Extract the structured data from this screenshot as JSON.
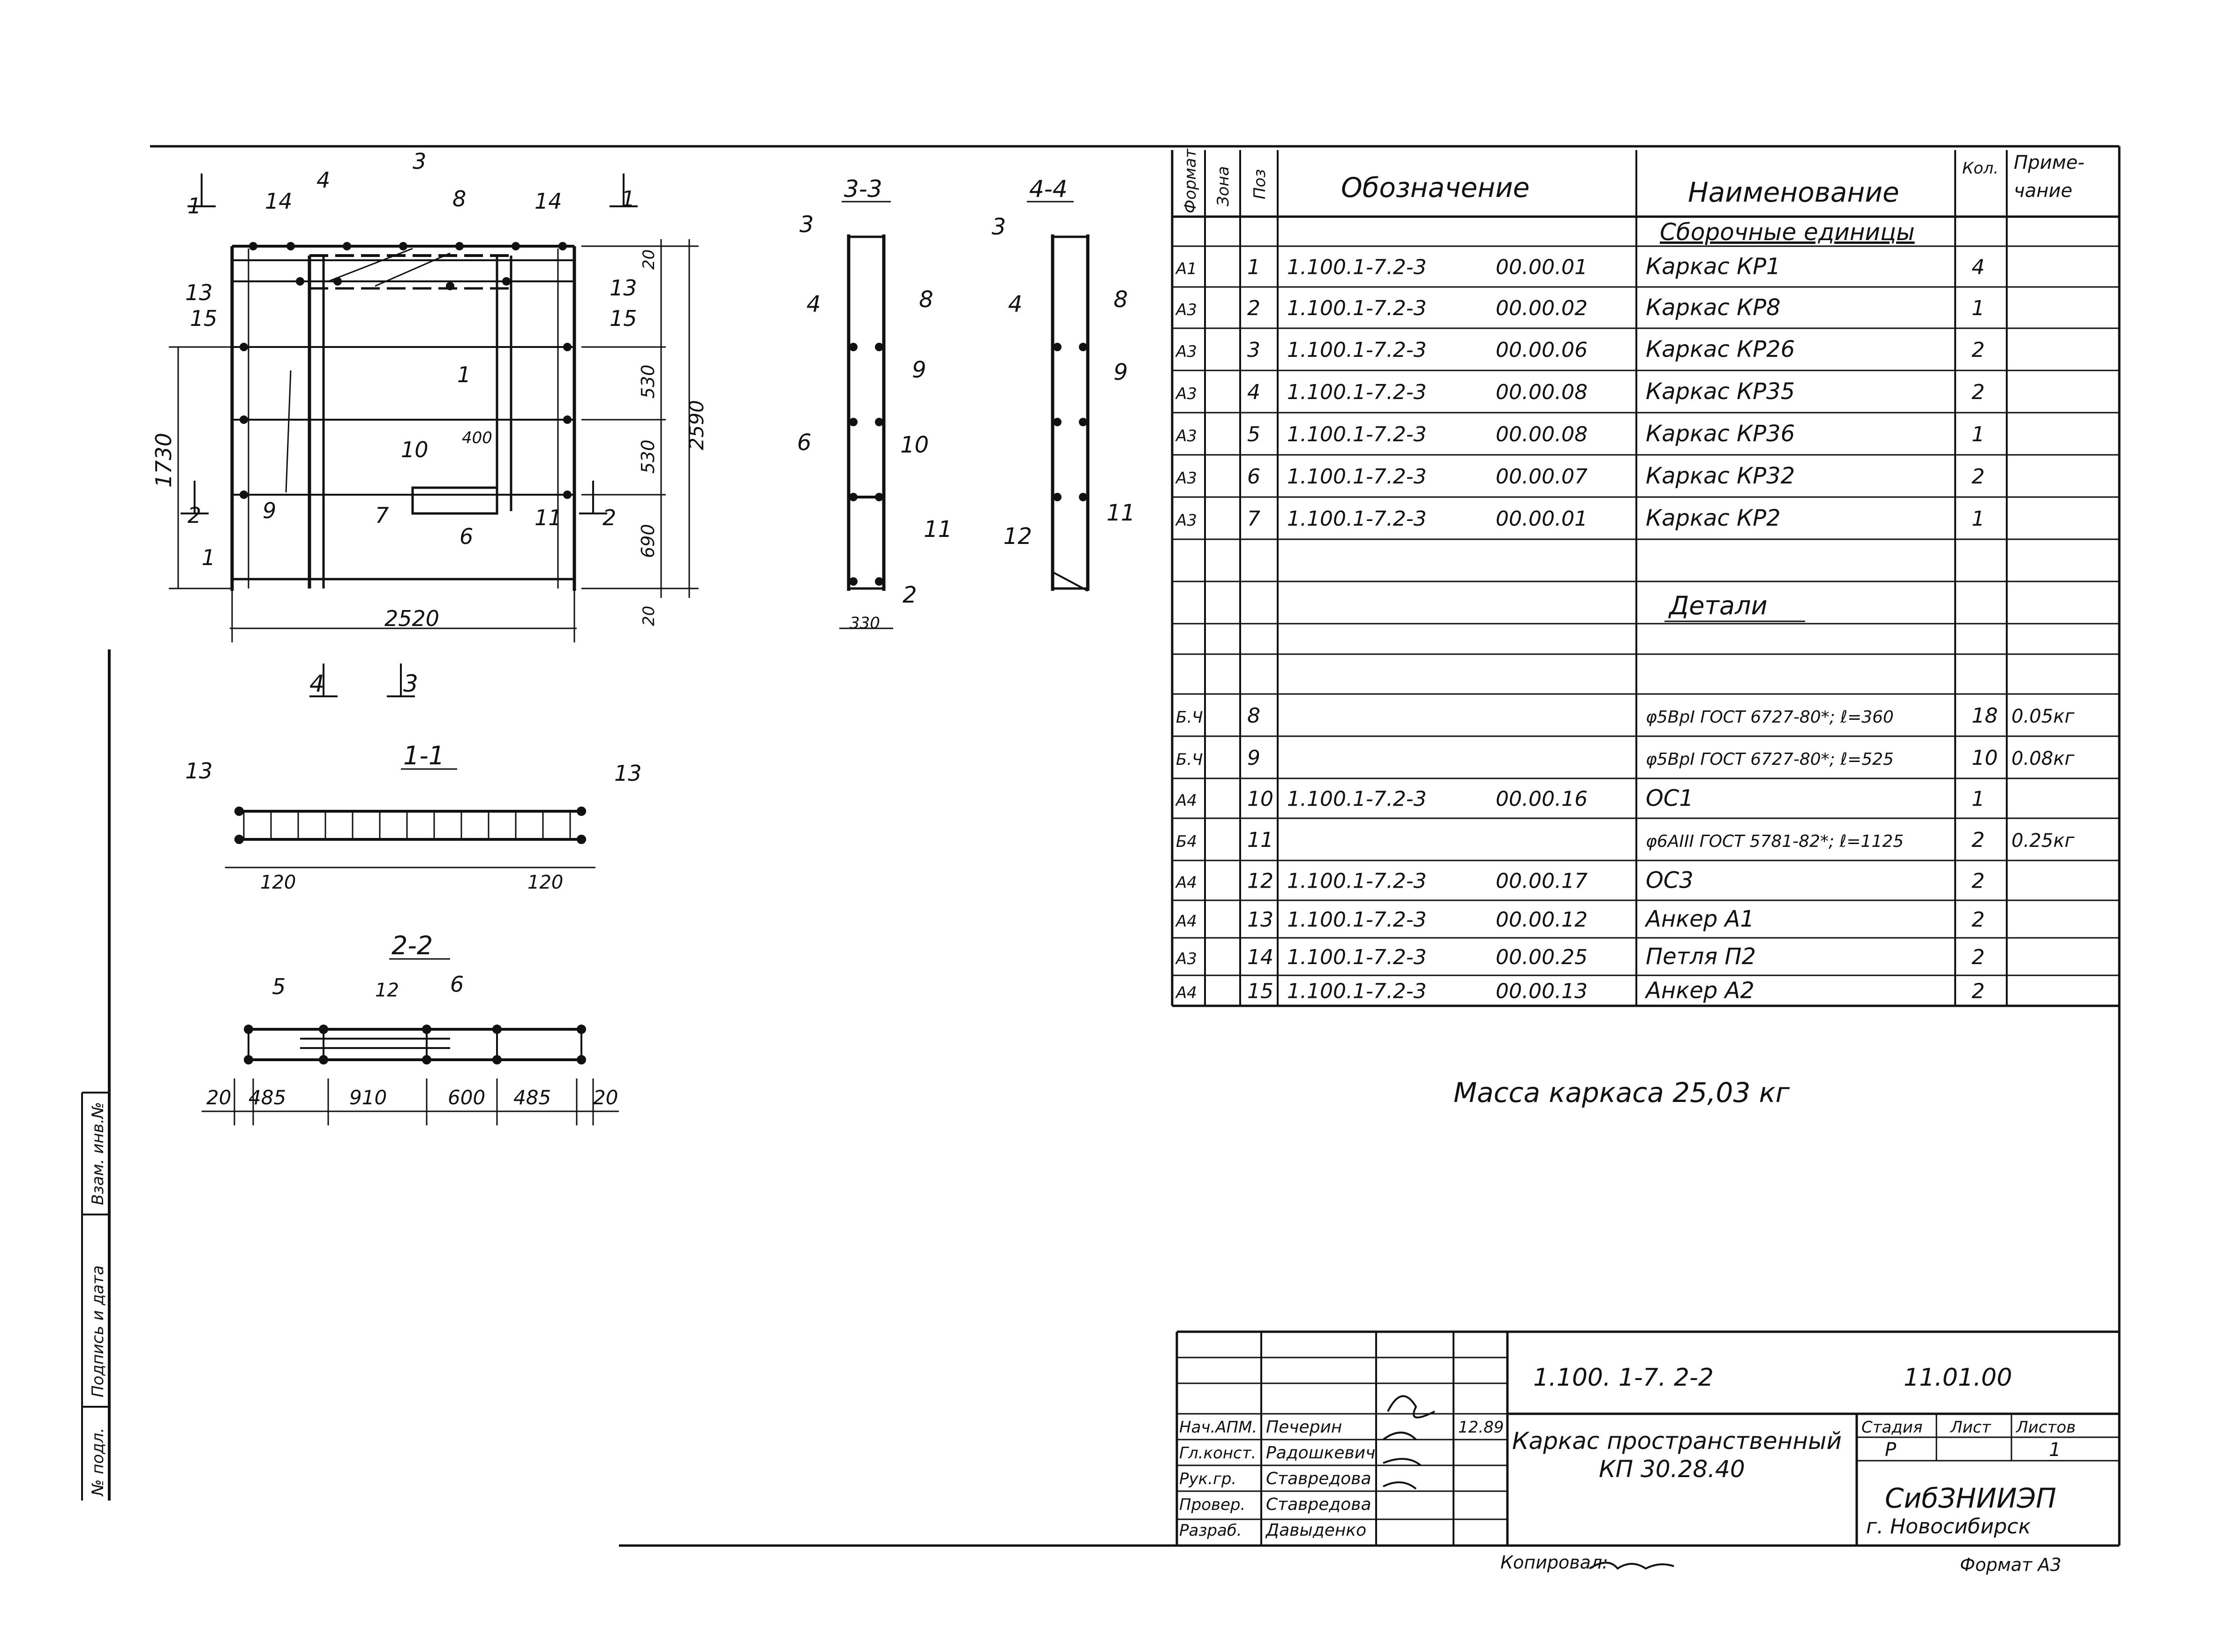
{
  "spec": {
    "headers": {
      "format": "Формат",
      "zone": "Зона",
      "pos": "Поз",
      "designation": "Обозначение",
      "name": "Наименование",
      "qty": "Кол.",
      "note_line1": "Приме-",
      "note_line2": "чание"
    },
    "section_assemblies": "Сборочные единицы",
    "section_details": "Детали",
    "rows": [
      {
        "format": "А1",
        "pos": "1",
        "designation": "1.100.1-7.2-3",
        "code": "00.00.01",
        "name": "Каркас  КР1",
        "qty": "4",
        "note": ""
      },
      {
        "format": "А3",
        "pos": "2",
        "designation": "1.100.1-7.2-3",
        "code": "00.00.02",
        "name": "Каркас  КР8",
        "qty": "1",
        "note": ""
      },
      {
        "format": "А3",
        "pos": "3",
        "designation": "1.100.1-7.2-3",
        "code": "00.00.06",
        "name": "Каркас  КР26",
        "qty": "2",
        "note": ""
      },
      {
        "format": "А3",
        "pos": "4",
        "designation": "1.100.1-7.2-3",
        "code": "00.00.08",
        "name": "Каркас  КР35",
        "qty": "2",
        "note": ""
      },
      {
        "format": "А3",
        "pos": "5",
        "designation": "1.100.1-7.2-3",
        "code": "00.00.08",
        "name": "Каркас  КР36",
        "qty": "1",
        "note": ""
      },
      {
        "format": "А3",
        "pos": "6",
        "designation": "1.100.1-7.2-3",
        "code": "00.00.07",
        "name": "Каркас  КР32",
        "qty": "2",
        "note": ""
      },
      {
        "format": "А3",
        "pos": "7",
        "designation": "1.100.1-7.2-3",
        "code": "00.00.01",
        "name": "Каркас  КР2",
        "qty": "1",
        "note": ""
      },
      {
        "format": "Б.Ч",
        "pos": "8",
        "designation": "",
        "code": "",
        "name": "φ5ВрI ГОСТ 6727-80*;  ℓ=360",
        "qty": "18",
        "note": "0.05кг"
      },
      {
        "format": "Б.Ч",
        "pos": "9",
        "designation": "",
        "code": "",
        "name": "φ5ВрI ГОСТ 6727-80*;  ℓ=525",
        "qty": "10",
        "note": "0.08кг"
      },
      {
        "format": "А4",
        "pos": "10",
        "designation": "1.100.1-7.2-3",
        "code": "00.00.16",
        "name": "ОС1",
        "qty": "1",
        "note": ""
      },
      {
        "format": "Б4",
        "pos": "11",
        "designation": "",
        "code": "",
        "name": "φ6АIII ГОСТ 5781-82*;  ℓ=1125",
        "qty": "2",
        "note": "0.25кг"
      },
      {
        "format": "А4",
        "pos": "12",
        "designation": "1.100.1-7.2-3",
        "code": "00.00.17",
        "name": "ОС3",
        "qty": "2",
        "note": ""
      },
      {
        "format": "А4",
        "pos": "13",
        "designation": "1.100.1-7.2-3",
        "code": "00.00.12",
        "name": "Анкер  А1",
        "qty": "2",
        "note": ""
      },
      {
        "format": "А3",
        "pos": "14",
        "designation": "1.100.1-7.2-3",
        "code": "00.00.25",
        "name": "Петля  П2",
        "qty": "2",
        "note": ""
      },
      {
        "format": "А4",
        "pos": "15",
        "designation": "1.100.1-7.2-3",
        "code": "00.00.13",
        "name": "Анкер  А2",
        "qty": "2",
        "note": ""
      }
    ]
  },
  "mass_note": "Масса   каркаса   25,03 кг",
  "drawing": {
    "front_dims": {
      "width": "2520",
      "height_total": "2590",
      "height_left": "1730",
      "d530a": "530",
      "d530b": "530",
      "d690": "690",
      "d20top": "20",
      "d20bot": "20",
      "d400": "400"
    },
    "front_labels": [
      "1",
      "14",
      "4",
      "3",
      "8",
      "14",
      "1",
      "13",
      "13",
      "15",
      "15",
      "1",
      "10",
      "7",
      "6",
      "9",
      "2",
      "11",
      "2",
      "1"
    ],
    "section_cut_labels": {
      "cut1": "1",
      "cut2": "2",
      "cut3": "3",
      "cut4": "4"
    },
    "section_titles": {
      "s11": "1-1",
      "s22": "2-2",
      "s33": "3-3",
      "s44": "4-4"
    },
    "s11_dims": {
      "left": "120",
      "right": "120"
    },
    "s22_dims": [
      "20",
      "485",
      "910",
      "600",
      "485",
      "20"
    ],
    "s22_labels": {
      "a": "5",
      "b": "12",
      "c": "6"
    },
    "s33_labels": [
      "3",
      "4",
      "8",
      "9",
      "6",
      "10",
      "11",
      "2"
    ],
    "s33_dim": "330",
    "s44_labels": [
      "3",
      "4",
      "8",
      "9",
      "11",
      "12"
    ]
  },
  "side_stamp": {
    "inv_podl": "№ подл.",
    "podpis": "Подпись и дата",
    "vzam": "Взам. инв.№"
  },
  "title_block": {
    "doc_code": "1.100. 1-7. 2-2",
    "doc_num": "11.01.00",
    "roles": [
      {
        "role": "Нач.АПМ.",
        "name": "Печерин"
      },
      {
        "role": "Гл.конст.",
        "name": "Радошкевич"
      },
      {
        "role": "Рук.гр.",
        "name": "Ставредова"
      },
      {
        "role": "Провер.",
        "name": "Ставредова"
      },
      {
        "role": "Разраб.",
        "name": "Давыденко"
      }
    ],
    "date": "12.89",
    "title_line1": "Каркас  пространственный",
    "title_line2": "КП 30.28.40",
    "stage_label": "Стадия",
    "sheet_label": "Лист",
    "sheets_label": "Листов",
    "stage": "Р",
    "sheets": "1",
    "org": "СибЗНИИЭП",
    "city": "г. Новосибирск",
    "copied": "Копировал:",
    "format": "Формат А3"
  }
}
